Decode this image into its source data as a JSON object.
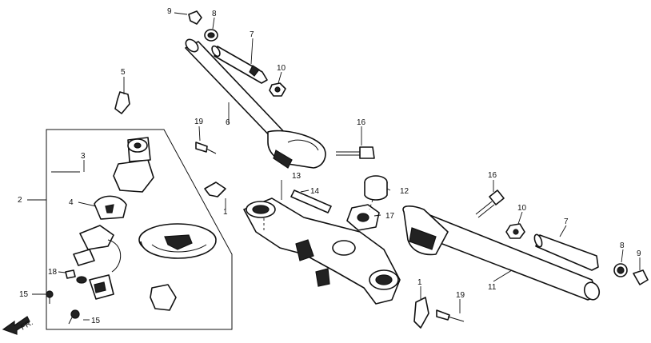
{
  "diagram": {
    "type": "exploded-parts-diagram",
    "direction_label": "FR.",
    "callouts": [
      {
        "id": "c9a",
        "label": "9"
      },
      {
        "id": "c8a",
        "label": "8"
      },
      {
        "id": "c7a",
        "label": "7"
      },
      {
        "id": "c10a",
        "label": "10"
      },
      {
        "id": "c5",
        "label": "5"
      },
      {
        "id": "c6",
        "label": "6"
      },
      {
        "id": "c19a",
        "label": "19"
      },
      {
        "id": "c16a",
        "label": "16"
      },
      {
        "id": "c3",
        "label": "3"
      },
      {
        "id": "c2",
        "label": "2"
      },
      {
        "id": "c4",
        "label": "4"
      },
      {
        "id": "c13",
        "label": "13"
      },
      {
        "id": "c14",
        "label": "14"
      },
      {
        "id": "c12",
        "label": "12"
      },
      {
        "id": "c17",
        "label": "17"
      },
      {
        "id": "c1a",
        "label": "1"
      },
      {
        "id": "c16b",
        "label": "16"
      },
      {
        "id": "c10b",
        "label": "10"
      },
      {
        "id": "c7b",
        "label": "7"
      },
      {
        "id": "c8b",
        "label": "8"
      },
      {
        "id": "c9b",
        "label": "9"
      },
      {
        "id": "c11",
        "label": "11"
      },
      {
        "id": "c18",
        "label": "18"
      },
      {
        "id": "c15a",
        "label": "15"
      },
      {
        "id": "c15b",
        "label": "15"
      },
      {
        "id": "c1b",
        "label": "1"
      },
      {
        "id": "c19b",
        "label": "19"
      }
    ]
  }
}
